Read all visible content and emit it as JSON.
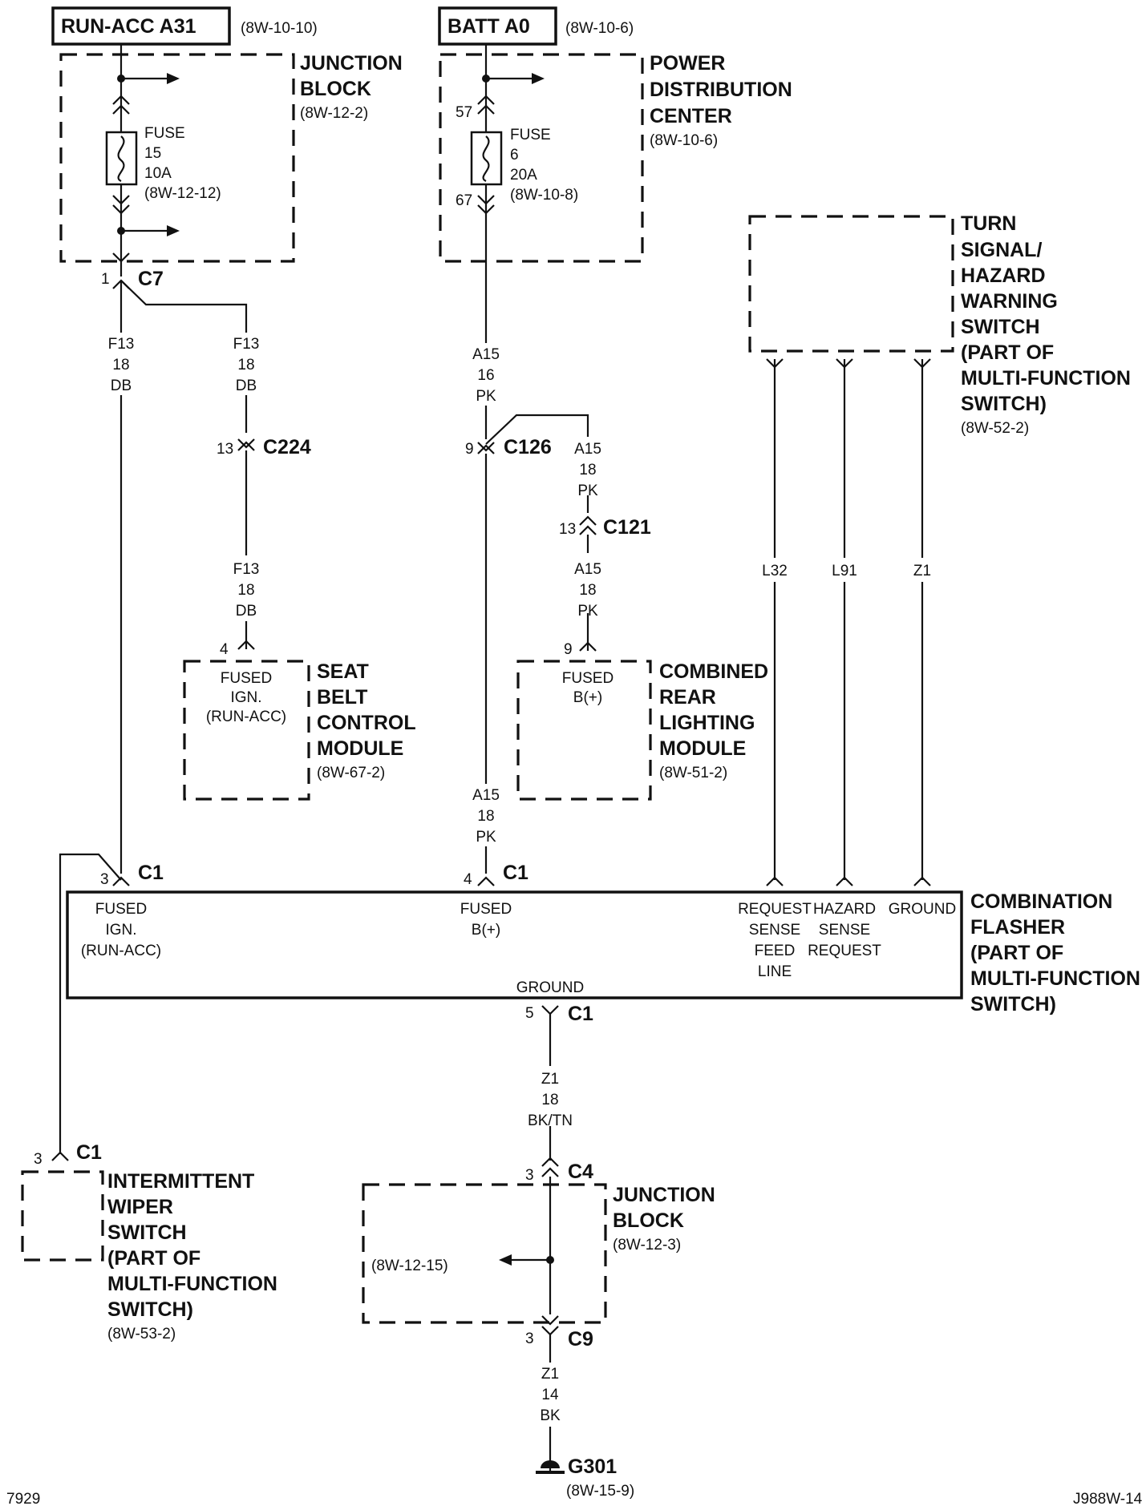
{
  "sources": {
    "run_acc": {
      "label": "RUN-ACC A31",
      "ref": "(8W-10-10)"
    },
    "batt": {
      "label": "BATT A0",
      "ref": "(8W-10-6)"
    }
  },
  "junction_block_top": {
    "title": [
      "JUNCTION",
      "BLOCK"
    ],
    "ref": "(8W-12-2)",
    "fuse": {
      "lines": [
        "FUSE",
        "15",
        "10A",
        "(8W-12-12)"
      ]
    }
  },
  "pdc": {
    "title": [
      "POWER",
      "DISTRIBUTION",
      "CENTER"
    ],
    "ref": "(8W-10-6)",
    "pin_top": "57",
    "pin_bottom": "67",
    "fuse": {
      "lines": [
        "FUSE",
        "6",
        "20A",
        "(8W-10-8)"
      ]
    }
  },
  "turn_signal": {
    "title": [
      "TURN",
      "SIGNAL/",
      "HAZARD",
      "WARNING",
      "SWITCH",
      "(PART OF",
      "MULTI-FUNCTION",
      "SWITCH)"
    ],
    "ref": "(8W-52-2)"
  },
  "connectors": {
    "c7": {
      "pin": "1",
      "name": "C7"
    },
    "c224": {
      "pin": "13",
      "name": "C224"
    },
    "c126": {
      "pin": "9",
      "name": "C126"
    },
    "c121": {
      "pin": "13",
      "name": "C121"
    },
    "c1_a": {
      "pin": "3",
      "name": "C1"
    },
    "c1_b": {
      "pin": "4",
      "name": "C1"
    },
    "c1_gnd": {
      "pin": "5",
      "name": "C1"
    },
    "c1_wiper": {
      "pin": "3",
      "name": "C1"
    },
    "c4": {
      "pin": "3",
      "name": "C4"
    },
    "c9": {
      "pin": "3",
      "name": "C9"
    },
    "seat_pin": "4",
    "rear_pin": "9"
  },
  "wires": {
    "f13_left": [
      "F13",
      "18",
      "DB"
    ],
    "f13_right_top": [
      "F13",
      "18",
      "DB"
    ],
    "f13_right_bottom": [
      "F13",
      "18",
      "DB"
    ],
    "a15_top": [
      "A15",
      "16",
      "PK"
    ],
    "a15_branch_top": [
      "A15",
      "18",
      "PK"
    ],
    "a15_branch_bottom": [
      "A15",
      "18",
      "PK"
    ],
    "a15_down": [
      "A15",
      "18",
      "PK"
    ],
    "l32": "L32",
    "l91": "L91",
    "z1_top": "Z1",
    "z1_mid": [
      "Z1",
      "18",
      "BK/TN"
    ],
    "z1_bottom": [
      "Z1",
      "14",
      "BK"
    ]
  },
  "seat_belt": {
    "inner": [
      "FUSED",
      "IGN.",
      "(RUN-ACC)"
    ],
    "title": [
      "SEAT",
      "BELT",
      "CONTROL",
      "MODULE"
    ],
    "ref": "(8W-67-2)"
  },
  "rear_lighting": {
    "inner": [
      "FUSED",
      "B(+)"
    ],
    "title": [
      "COMBINED",
      "REAR",
      "LIGHTING",
      "MODULE"
    ],
    "ref": "(8W-51-2)"
  },
  "flasher": {
    "title": [
      "COMBINATION",
      "FLASHER",
      "(PART OF",
      "MULTI-FUNCTION",
      "SWITCH)"
    ],
    "fused_ign": [
      "FUSED",
      "IGN.",
      "(RUN-ACC)"
    ],
    "fused_b": [
      "FUSED",
      "B(+)"
    ],
    "request": [
      "REQUEST",
      "SENSE",
      "FEED",
      "LINE"
    ],
    "hazard": [
      "HAZARD",
      "SENSE",
      "REQUEST"
    ],
    "ground_top": "GROUND",
    "ground_bottom": "GROUND"
  },
  "wiper": {
    "title": [
      "INTERMITTENT",
      "WIPER",
      "SWITCH",
      "(PART OF",
      "MULTI-FUNCTION",
      "SWITCH)"
    ],
    "ref": "(8W-53-2)"
  },
  "junction_block_bottom": {
    "title": [
      "JUNCTION",
      "BLOCK"
    ],
    "ref": "(8W-12-3)",
    "splice_ref": "(8W-12-15)"
  },
  "ground": {
    "name": "G301",
    "ref": "(8W-15-9)"
  },
  "footer": {
    "left": "7929",
    "right": "J988W-14"
  }
}
